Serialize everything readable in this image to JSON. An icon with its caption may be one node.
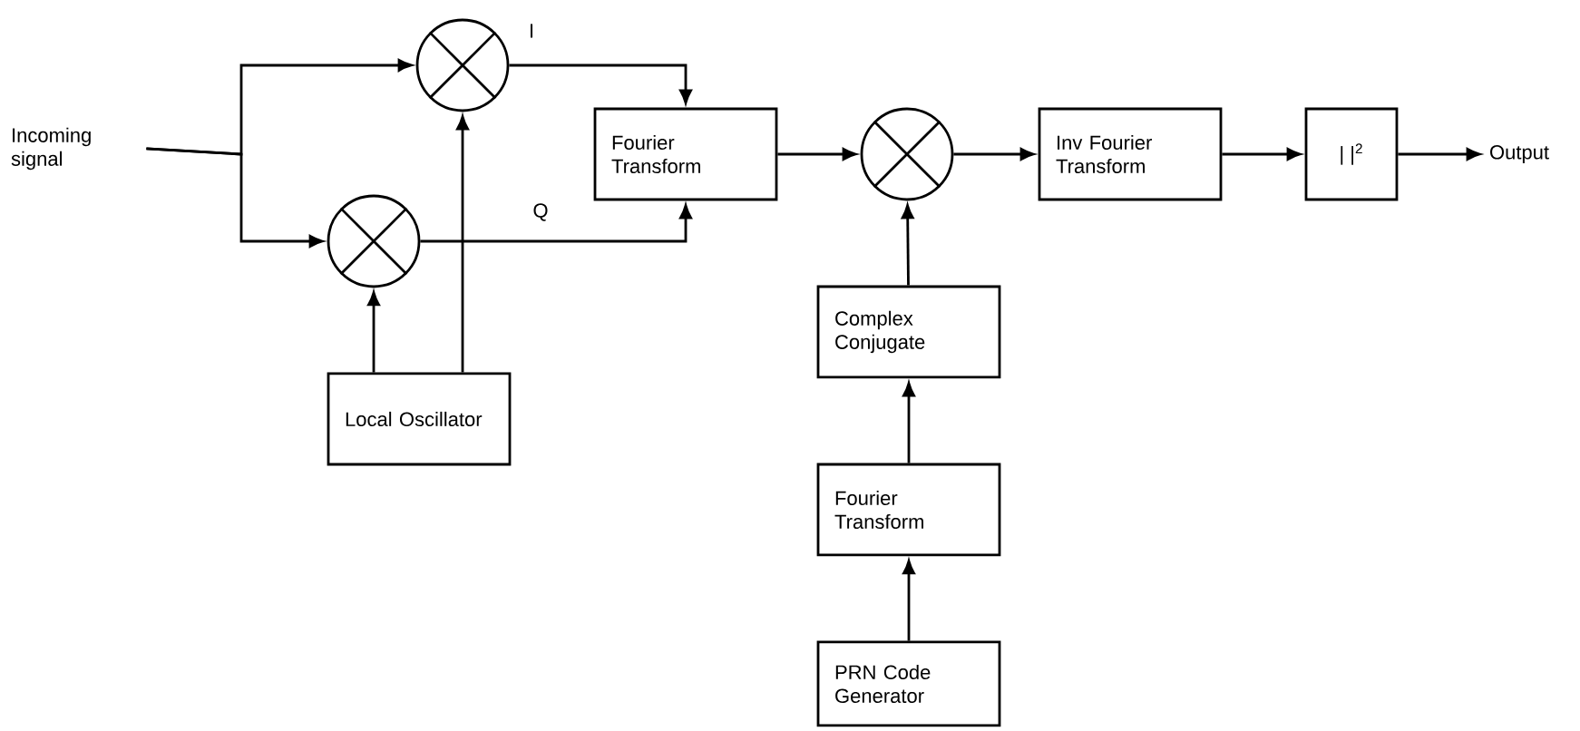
{
  "diagram": {
    "nodes": [
      {
        "text": [
          "Incoming signal"
        ]
      },
      {
        "text": [],
        "shape": "circle"
      },
      {
        "text": [],
        "shape": "circle"
      },
      {
        "text": [
          "Local Oscillator"
        ]
      },
      {
        "text": [
          "Fourier Transform"
        ]
      },
      {
        "text": [],
        "shape": "circle"
      },
      {
        "text": [
          "Inv Fourier Transform"
        ]
      },
      {
        "text": [
          "|  |$^{2}$"
        ]
      },
      {
        "text": [
          "Output"
        ]
      },
      {
        "text": [
          "Complex Conjugate"
        ]
      },
      {
        "text": [
          "Fourier Transform"
        ]
      },
      {
        "text": [
          "PRN Code Generator"
        ]
      }
    ],
    "edges": [
      {
        "from": 0,
        "to": 1,
        "arrow": "to"
      },
      {
        "from": 0,
        "to": 2,
        "arrow": "to"
      },
      {
        "from": 1,
        "to": 4,
        "arrow": "to",
        "label": "I"
      },
      {
        "from": 2,
        "to": 4,
        "arrow": "to",
        "label": "Q"
      },
      {
        "from": 3,
        "to": 1,
        "arrow": "to"
      },
      {
        "from": 3,
        "to": 2,
        "arrow": "to"
      },
      {
        "from": 4,
        "to": 5,
        "arrow": "to"
      },
      {
        "from": 5,
        "to": 6,
        "arrow": "to"
      },
      {
        "from": 6,
        "to": 7,
        "arrow": "to"
      },
      {
        "from": 7,
        "to": 8,
        "arrow": "to"
      },
      {
        "from": 11,
        "to": 10,
        "arrow": "to"
      },
      {
        "from": 10,
        "to": 9,
        "arrow": "to"
      },
      {
        "from": 9,
        "to": 5,
        "arrow": "to"
      }
    ]
  }
}
